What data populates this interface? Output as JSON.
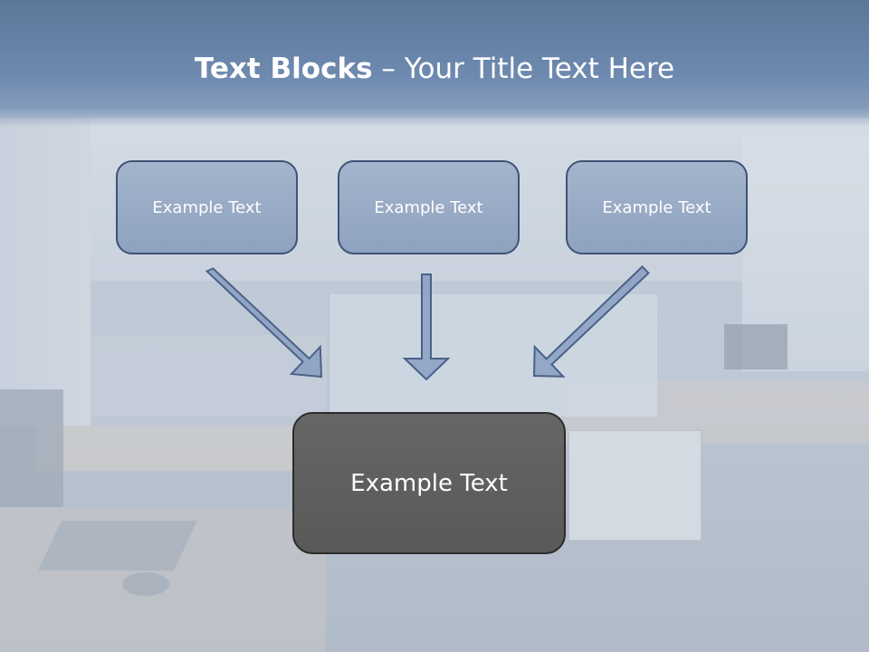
{
  "title": {
    "bold_part": "Text Blocks",
    "separator": " – ",
    "regular_part": "Your Title Text Here"
  },
  "blocks": [
    {
      "label": "Example Text"
    },
    {
      "label": "Example Text"
    },
    {
      "label": "Example Text"
    }
  ],
  "center_block": {
    "label": "Example Text"
  },
  "colors": {
    "title_bar": "#6f8ab0",
    "block_fill": "#9aabc5",
    "block_border": "#3f5374",
    "center_fill": "#606060",
    "arrow_fill": "#8098bc",
    "arrow_stroke": "#4a6188",
    "text": "#ffffff"
  }
}
